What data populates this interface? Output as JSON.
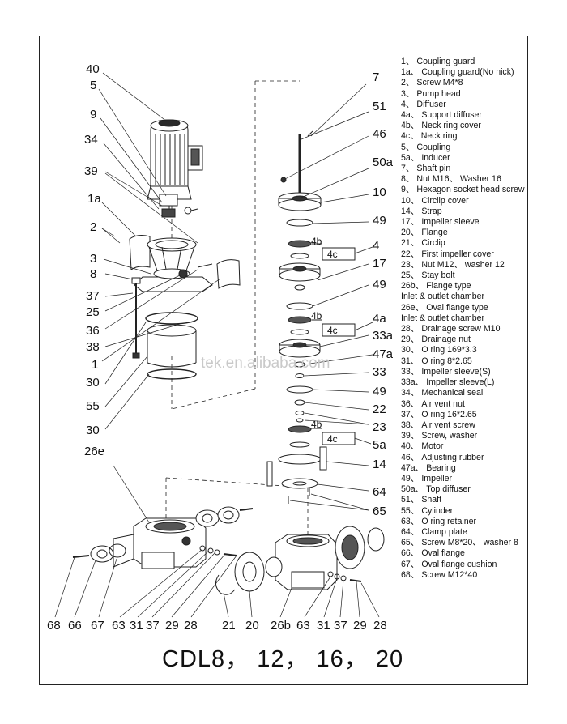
{
  "model_title": "CDL8， 12， 16， 20",
  "watermark": "tek.en.alibaba.com",
  "callouts": [
    {
      "id": "c40",
      "text": "40"
    },
    {
      "id": "c5",
      "text": "5"
    },
    {
      "id": "c9",
      "text": "9"
    },
    {
      "id": "c34",
      "text": "34"
    },
    {
      "id": "c39",
      "text": "39"
    },
    {
      "id": "c1a",
      "text": "1a"
    },
    {
      "id": "c2",
      "text": "2"
    },
    {
      "id": "c3",
      "text": "3"
    },
    {
      "id": "c8",
      "text": "8"
    },
    {
      "id": "c37a",
      "text": "37"
    },
    {
      "id": "c25",
      "text": "25"
    },
    {
      "id": "c36",
      "text": "36"
    },
    {
      "id": "c38",
      "text": "38"
    },
    {
      "id": "c1",
      "text": "1"
    },
    {
      "id": "c30a",
      "text": "30"
    },
    {
      "id": "c55",
      "text": "55"
    },
    {
      "id": "c30b",
      "text": "30"
    },
    {
      "id": "c7",
      "text": "7"
    },
    {
      "id": "c51",
      "text": "51"
    },
    {
      "id": "c46",
      "text": "46"
    },
    {
      "id": "c50a",
      "text": "50a"
    },
    {
      "id": "c10",
      "text": "10"
    },
    {
      "id": "c49a",
      "text": "49"
    },
    {
      "id": "c4b1",
      "text": "4b"
    },
    {
      "id": "c4c1",
      "text": "4c"
    },
    {
      "id": "c4",
      "text": "4"
    },
    {
      "id": "c17",
      "text": "17"
    },
    {
      "id": "c49b",
      "text": "49"
    },
    {
      "id": "c4b2",
      "text": "4b"
    },
    {
      "id": "c4a",
      "text": "4a"
    },
    {
      "id": "c4c2",
      "text": "4c"
    },
    {
      "id": "c33a",
      "text": "33a"
    },
    {
      "id": "c47a",
      "text": "47a"
    },
    {
      "id": "c33",
      "text": "33"
    },
    {
      "id": "c49c",
      "text": "49"
    },
    {
      "id": "c22",
      "text": "22"
    },
    {
      "id": "c23",
      "text": "23"
    },
    {
      "id": "c4b3",
      "text": "4b"
    },
    {
      "id": "c4c3",
      "text": "4c"
    },
    {
      "id": "c5a",
      "text": "5a"
    },
    {
      "id": "c14",
      "text": "14"
    },
    {
      "id": "c64",
      "text": "64"
    },
    {
      "id": "c65",
      "text": "65"
    },
    {
      "id": "c26e",
      "text": "26e"
    },
    {
      "id": "c68",
      "text": "68"
    },
    {
      "id": "c66",
      "text": "66"
    },
    {
      "id": "c67",
      "text": "67"
    },
    {
      "id": "c63a",
      "text": "63"
    },
    {
      "id": "c31a",
      "text": "31"
    },
    {
      "id": "c37b",
      "text": "37"
    },
    {
      "id": "c29a",
      "text": "29"
    },
    {
      "id": "c28a",
      "text": "28"
    },
    {
      "id": "c21",
      "text": "21"
    },
    {
      "id": "c20",
      "text": "20"
    },
    {
      "id": "c26b",
      "text": "26b"
    },
    {
      "id": "c63b",
      "text": "63"
    },
    {
      "id": "c31b",
      "text": "31"
    },
    {
      "id": "c37c",
      "text": "37"
    },
    {
      "id": "c29b",
      "text": "29"
    },
    {
      "id": "c28b",
      "text": "28"
    }
  ],
  "legend": [
    "1、 Coupling guard",
    "1a、 Coupling guard(No nick)",
    "2、 Screw M4*8",
    "3、 Pump head",
    "4、 Diffuser",
    "4a、 Support diffuser",
    "4b、 Neck ring cover",
    "4c、 Neck ring",
    "5、 Coupling",
    "5a、 Inducer",
    "7、 Shaft pin",
    "8、 Nut M16、 Washer 16",
    "9、 Hexagon socket head screw",
    "10、 Circlip cover",
    "14、 Strap",
    "17、 Impeller sleeve",
    "20、 Flange",
    "21、 Circlip",
    "22、 First impeller cover",
    "23、 Nut M12、 washer 12",
    "25、 Stay bolt",
    "26b、 Flange type",
    "Inlet & outlet chamber",
    "26e、 Oval flange type",
    "Inlet & outlet chamber",
    "28、 Drainage screw M10",
    "29、 Drainage nut",
    "30、 O ring 169*3.3",
    "31、 O ring 8*2.65",
    "33、 Impeller sleeve(S)",
    "33a、 Impeller sleeve(L)",
    "34、 Mechanical seal",
    "36、 Air vent nut",
    "37、 O ring 16*2.65",
    "38、 Air vent screw",
    "39、 Screw, washer",
    "40、 Motor",
    "46、 Adjusting rubber",
    "47a、 Bearing",
    "49、 Impeller",
    "50a、 Top diffuser",
    "51、 Shaft",
    "55、 Cylinder",
    "63、 O ring retainer",
    "64、 Clamp plate",
    "65、 Screw M8*20、 washer 8",
    "66、 Oval flange",
    "67、 Oval flange cushion",
    "68、 Screw M12*40"
  ]
}
